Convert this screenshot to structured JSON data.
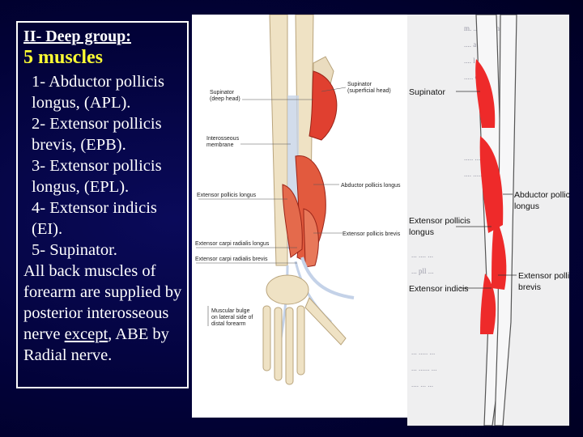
{
  "slide": {
    "heading": "II- Deep group:",
    "count": "5 muscles",
    "items": [
      "1- Abductor pollicis longus, (APL).",
      "2- Extensor pollicis brevis, (EPB).",
      "3- Extensor pollicis longus, (EPL).",
      "4- Extensor indicis (EI).",
      "5- Supinator."
    ],
    "note_before": "All back muscles of forearm are supplied by posterior interosseous nerve",
    "note_underlined": "except",
    "note_after": ", ABE by Radial nerve."
  },
  "anatomy_labels": {
    "supinator_deep": "Supinator",
    "supinator_deep_2": "(deep head)",
    "supinator_sup": "Supinator",
    "supinator_sup_2": "(superficial head)",
    "interosseous": "Interosseous",
    "interosseous_2": "membrane",
    "abductor": "Abductor pollicis longus",
    "epl": "Extensor pollicis longus",
    "epb": "Extensor pollicis brevis",
    "ecrl": "Extensor carpi radialis longus",
    "ecrb": "Extensor carpi radialis brevis",
    "bulge": "Muscular bulge",
    "bulge_2": "on lateral side of",
    "bulge_3": "distal forearm"
  },
  "side_labels": {
    "supinator": "Supinator",
    "abductor": "Abductor pollicis",
    "abductor_2": "longus",
    "epl": "Extensor pollicis",
    "epl_2": "longus",
    "ei": "Extensor indicis",
    "epb": "Extensor pollicis",
    "epb_2": "brevis"
  },
  "colors": {
    "background": "#00003a",
    "heading": "#ffffff",
    "count": "#ffff33",
    "muscle": "#e04030",
    "bone": "#efe2c4"
  }
}
